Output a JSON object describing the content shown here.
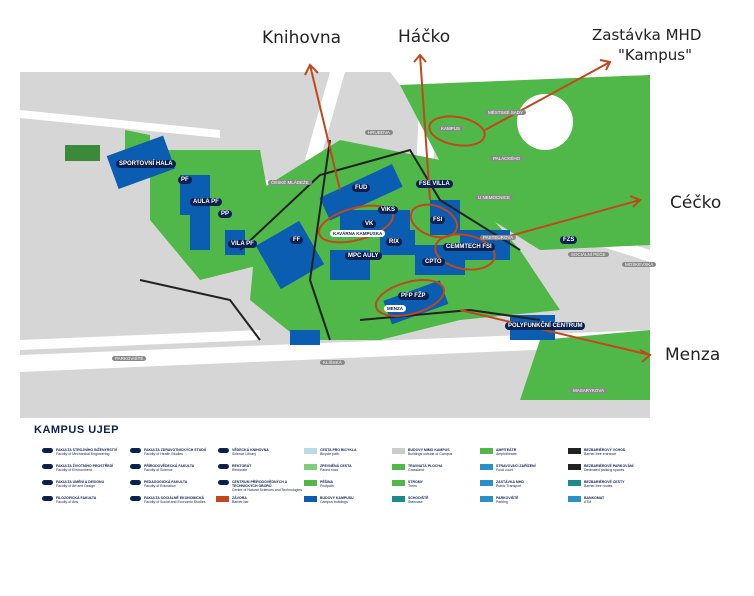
{
  "annotations": {
    "knihovna": "Knihovna",
    "hacko": "Háčko",
    "zastavka": "Zastávka MHD",
    "zastavka2": "\"Kampus\"",
    "cecko": "Céčko",
    "menza": "Menza"
  },
  "buildings": [
    "SPORTOVNÍ HALA",
    "PF",
    "AULA PF",
    "PP",
    "VILA PF",
    "FF",
    "FUD",
    "VIKS",
    "VK",
    "KAVÁRNA KAMPUSKA",
    "RIX",
    "MPC AULY",
    "CPTO",
    "FSE VILLA",
    "FSI",
    "CEMMTECH FSI",
    "PFP FŽP",
    "MENZA",
    "POLYFUNKČNÍ CENTRUM",
    "FZS"
  ],
  "streets": [
    "ČESKÉ MLÁDEŽE",
    "HRUBOVA",
    "PALACKÉHO",
    "U NEMOCNICE",
    "PASTEUROVA",
    "MOSKEVSKÁ",
    "KLÍŠSKÁ",
    "SOCIÁLNÍ PÉČE",
    "MASARYKOVA",
    "MĚSTSKÉ SADY",
    "KAMPUS",
    "PARKOVIŠTĚ"
  ],
  "legend": {
    "title": "KAMPUS UJEP",
    "items": [
      {
        "t": "FAKULTA STROJNÍHO INŽENÝRSTVÍ",
        "s": "Faculty of Mechanical Engineering"
      },
      {
        "t": "FAKULTA ŽIVOTNÍHO PROSTŘEDÍ",
        "s": "Faculty of Environment"
      },
      {
        "t": "FAKULTA UMĚNÍ A DESIGNU",
        "s": "Faculty of Art and Design"
      },
      {
        "t": "FILOZOFICKÁ FAKULTA",
        "s": "Faculty of Arts"
      },
      {
        "t": "FAKULTA ZDRAVOTNICKÝCH STUDIÍ",
        "s": "Faculty of Health Studies"
      },
      {
        "t": "PŘÍRODOVĚDECKÁ FAKULTA",
        "s": "Faculty of Science"
      },
      {
        "t": "PEDAGOGICKÁ FAKULTA",
        "s": "Faculty of Education"
      },
      {
        "t": "FAKULTA SOCIÁLNĚ EKONOMICKÁ",
        "s": "Faculty of Social and Economic Studies"
      },
      {
        "t": "VĚDECKÁ KNIHOVNA",
        "s": "Science Library"
      },
      {
        "t": "REKTORÁT",
        "s": "Rectorate"
      },
      {
        "t": "CENTRUM PŘÍRODOVĚDNÝCH A TECHNICKÝCH OBORŮ",
        "s": "Centre of Natural Sciences and Technologies"
      },
      {
        "t": "ZÁVORA",
        "s": "Barrier bar"
      },
      {
        "t": "CESTA PRO BICYKLA",
        "s": "Bicycle path"
      },
      {
        "t": "ZPEVNĚNÁ CESTA",
        "s": "Paved road"
      },
      {
        "t": "PĚŠINA",
        "s": "Footpath"
      },
      {
        "t": "BUDOVY KAMPUSU",
        "s": "Campus buildings"
      },
      {
        "t": "BUDOVY MIMO KAMPUS",
        "s": "Buildings outside of Campus"
      },
      {
        "t": "TRAVNATÁ PLOCHA",
        "s": "Grassland"
      },
      {
        "t": "STROMY",
        "s": "Trees"
      },
      {
        "t": "SCHODIŠTĚ",
        "s": "Staircase"
      },
      {
        "t": "AMFITEÁTR",
        "s": "Amphitheatre"
      },
      {
        "t": "STRAVOVACÍ ZAŘÍZENÍ",
        "s": "Food court"
      },
      {
        "t": "ZASTÁVKA MHD",
        "s": "Public Transport"
      },
      {
        "t": "PARKOVIŠTĚ",
        "s": "Parking"
      },
      {
        "t": "BEZBARIÉROVÝ VCHOD",
        "s": "Barrier-free entrance"
      },
      {
        "t": "BEZBARIÉROVÉ PARKOVÁNÍ",
        "s": "Dedicated parking spaces"
      },
      {
        "t": "BEZBARIÉROVÉ CESTY",
        "s": "Barrier-free routes"
      },
      {
        "t": "BANKOMAT",
        "s": "ATM"
      }
    ]
  },
  "colors": {
    "green": "#4fb848",
    "blue": "#0a5db0",
    "navy": "#0b2150",
    "grey": "#d9d9d9",
    "orange": "#c2471c"
  }
}
